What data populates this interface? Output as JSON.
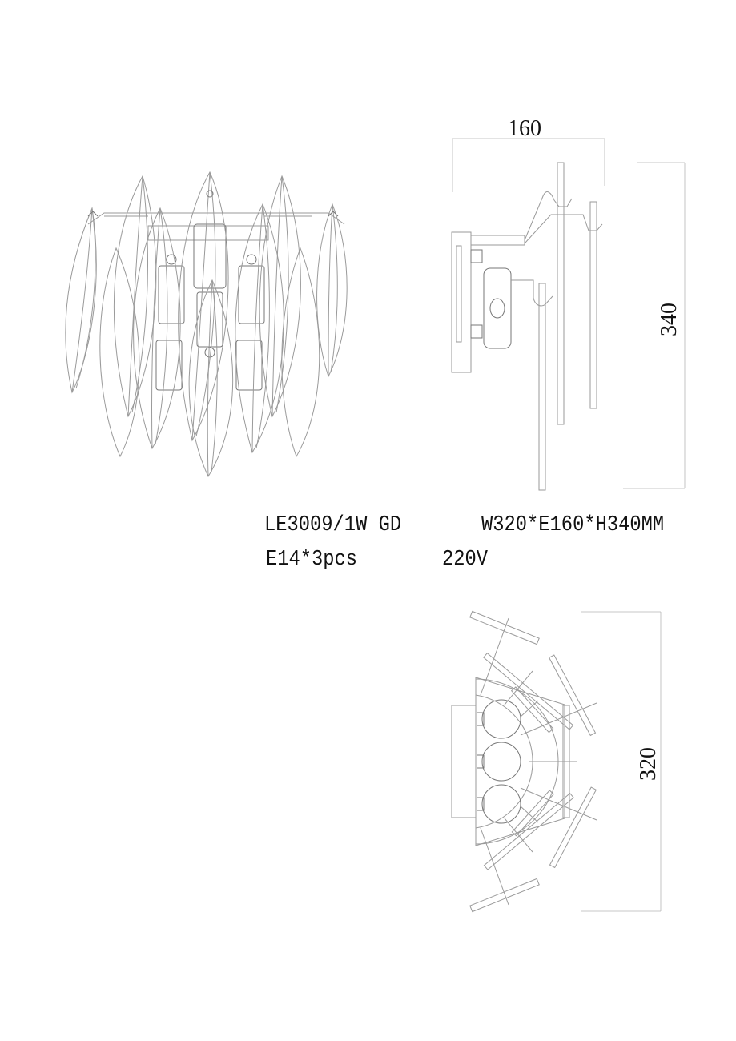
{
  "drawing": {
    "views": {
      "front": {
        "label": "front-view"
      },
      "side": {
        "label": "side-view",
        "dimension_width": "160",
        "dimension_height": "340"
      },
      "top": {
        "label": "top-view",
        "dimension_width": "320"
      }
    },
    "spec": {
      "model": "LE3009/1W GD",
      "dimensions": "W320*E160*H340MM",
      "bulbs": "E14*3pcs",
      "voltage": "220V"
    },
    "colors": {
      "line": "#9a9a9a",
      "text": "#111111",
      "background": "#ffffff"
    }
  }
}
